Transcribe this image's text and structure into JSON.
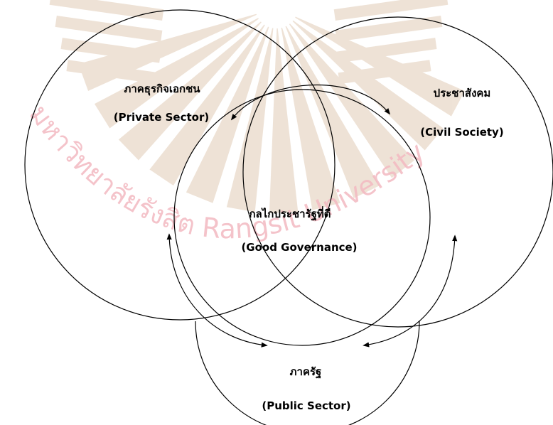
{
  "diagram": {
    "nodes": {
      "private": {
        "thai": "ภาคธุรกิจเอกชน",
        "english": "(Private Sector)"
      },
      "civil": {
        "thai": "ประชาสังคม",
        "english": "(Civil Society)"
      },
      "good": {
        "thai": "กลไกประชารัฐที่ดี",
        "english": "(Good Governance)"
      },
      "public": {
        "thai": "ภาครัฐ",
        "english": "(Public Sector)"
      }
    }
  },
  "watermark": {
    "text": "มหาวิทยาลัยรังสิต   Rangsit University",
    "color": "#f3b9c1",
    "emblem_color": "#e9d9c9"
  }
}
